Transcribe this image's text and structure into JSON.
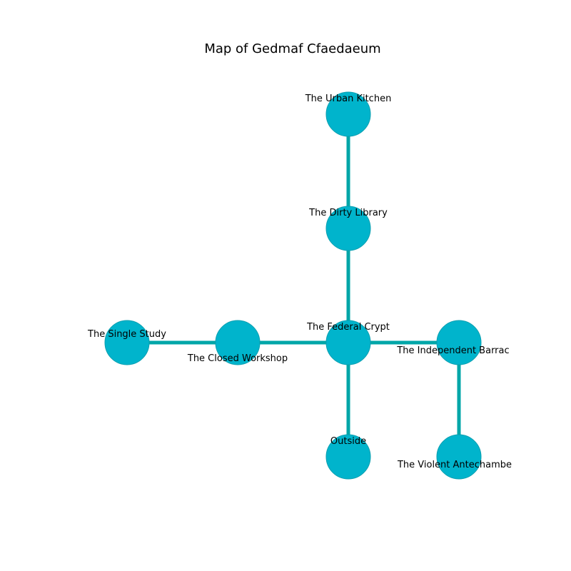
{
  "title": "Map of Gedmaf Cfaedaeum",
  "colors": {
    "node_fill": "#00b4cc",
    "node_stroke": "#0a9fb0",
    "edge": "#00a6a8",
    "label": "#000000"
  },
  "rooms": {
    "urban_kitchen": "The Urban Kitchen",
    "dirty_library": "The Dirty Library",
    "single_study": "The Single Study",
    "closed_workshop": "The Closed Workshop",
    "federal_crypt": "The Federal Crypt",
    "independent_barracks": "The Independent Barrac",
    "outside": "Outside",
    "violent_antechamber": "The Violent Antechambe"
  },
  "connections": [
    [
      "urban_kitchen",
      "dirty_library"
    ],
    [
      "dirty_library",
      "federal_crypt"
    ],
    [
      "single_study",
      "closed_workshop"
    ],
    [
      "closed_workshop",
      "federal_crypt"
    ],
    [
      "federal_crypt",
      "independent_barracks"
    ],
    [
      "federal_crypt",
      "outside"
    ],
    [
      "independent_barracks",
      "violent_antechamber"
    ]
  ]
}
